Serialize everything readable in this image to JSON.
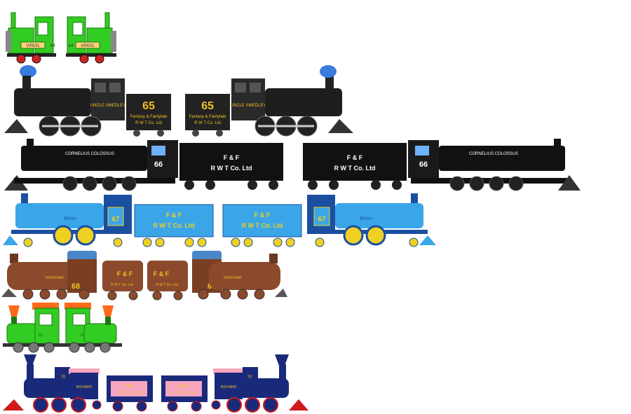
{
  "engines": [
    {
      "id": "r1",
      "name": "VIRGIL",
      "number": "64",
      "palette": {
        "body": "#33cc22",
        "dark": "#1a7a10",
        "trim": "#ffb000",
        "wheel": "#cc2222"
      }
    },
    {
      "id": "r2",
      "name": "UNCLE SMEDLEY",
      "number": "65",
      "tender_line1": "Fantasy & Fairlytale",
      "tender_line2": "R W T Co. Ltd",
      "palette": {
        "body": "#1e1e1e",
        "text": "#f0c020",
        "dome": "#3a7bdd"
      }
    },
    {
      "id": "r3",
      "name": "CORNELIUS COLOSSUS",
      "number": "66",
      "tender_line1": "F & F",
      "tender_line2": "R W T Co. Ltd",
      "palette": {
        "body": "#111111",
        "text": "#ffffff",
        "window": "#6fb0ff"
      }
    },
    {
      "id": "r4",
      "name": "JENNY",
      "number": "67",
      "tender_line1": "F & F",
      "tender_line2": "R W T Co. Ltd",
      "palette": {
        "body": "#3aa6e8",
        "dark": "#1a4fa0",
        "text": "#f0d020",
        "wheel": "#f0d020"
      }
    },
    {
      "id": "r5",
      "name": "FONTENAY",
      "number": "68",
      "tender_line1": "F & F",
      "tender_line2": "R W T Co. Ltd",
      "palette": {
        "body": "#8b4a2b",
        "text": "#f0c020",
        "cab_roof": "#4a86c8"
      }
    },
    {
      "id": "r6",
      "name": "",
      "number": "69",
      "palette": {
        "body": "#33cc22",
        "dark": "#1a7a10",
        "stack": "#ff6a1a",
        "wheel": "#777777"
      }
    },
    {
      "id": "r7",
      "name": "RICHARD",
      "number": "70",
      "tender_line1": "F & F",
      "tender_line2": "R W T Co. Ltd",
      "palette": {
        "body": "#1a2a7a",
        "text": "#f0c020",
        "tender_panel": "#f7a6c0",
        "trim": "#d01a1a"
      }
    }
  ]
}
